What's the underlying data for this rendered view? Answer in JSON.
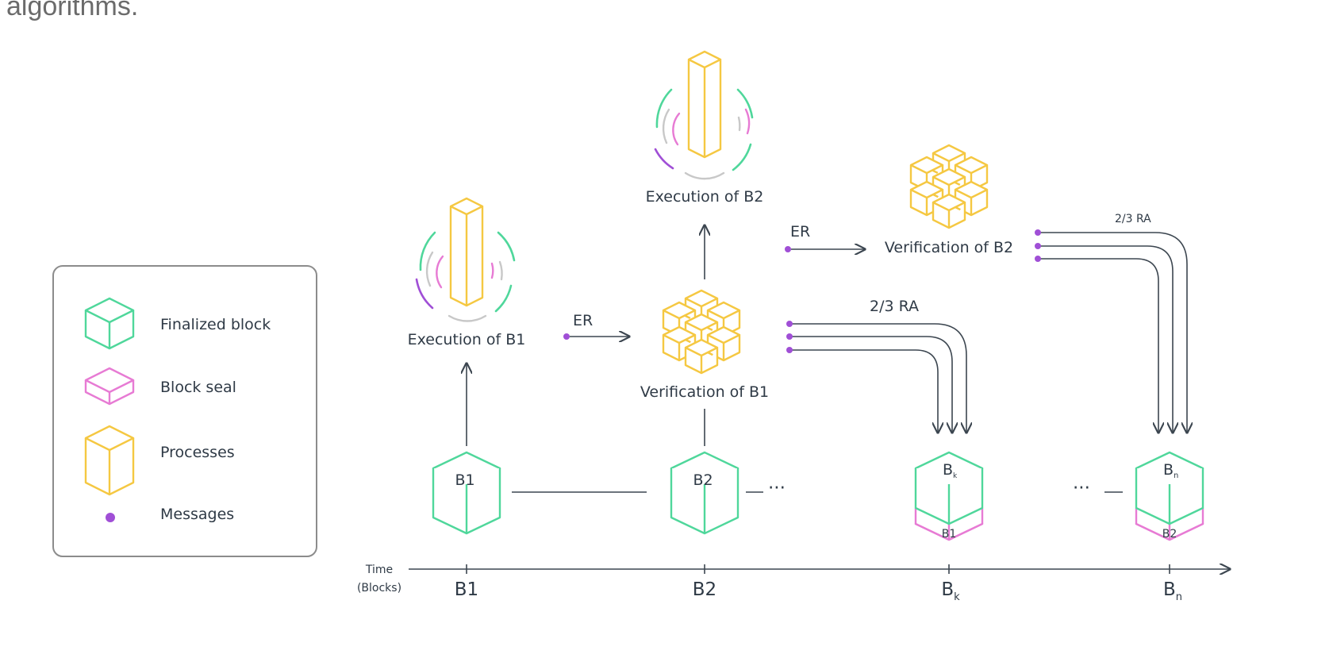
{
  "header": {
    "text": "algorithms."
  },
  "legend": {
    "items": [
      {
        "label": "Finalized block",
        "icon": "finalized-block-icon"
      },
      {
        "label": "Block seal",
        "icon": "block-seal-icon"
      },
      {
        "label": "Processes",
        "icon": "process-icon"
      },
      {
        "label": "Messages",
        "icon": "message-dot-icon"
      }
    ]
  },
  "diagram": {
    "execution_b1": "Execution of B1",
    "execution_b2": "Execution of B2",
    "verification_b1": "Verification of B1",
    "verification_b2": "Verification of B2",
    "er_1": "ER",
    "er_2": "ER",
    "ra_1": "2/3 RA",
    "ra_2": "2/3 RA",
    "block_b1": "B1",
    "block_b2": "B2",
    "block_bk": "B",
    "block_bk_sub": "k",
    "block_bn": "B",
    "block_bn_sub": "n",
    "seal_bk": "B1",
    "seal_bn": "B2",
    "ellipsis_1": "···",
    "ellipsis_2": "···"
  },
  "timeline": {
    "label_line1": "Time",
    "label_line2": "(Blocks)",
    "ticks": [
      {
        "label": "B1",
        "sub": ""
      },
      {
        "label": "B2",
        "sub": ""
      },
      {
        "label": "B",
        "sub": "k"
      },
      {
        "label": "B",
        "sub": "n"
      }
    ]
  },
  "colors": {
    "finalized": "#4fd79b",
    "seal": "#e77bd4",
    "process": "#f5c842",
    "message": "#a04fd6",
    "line": "#3c4650",
    "gray_arc": "#c8c8c8",
    "legend_border": "#8c8c8c"
  }
}
